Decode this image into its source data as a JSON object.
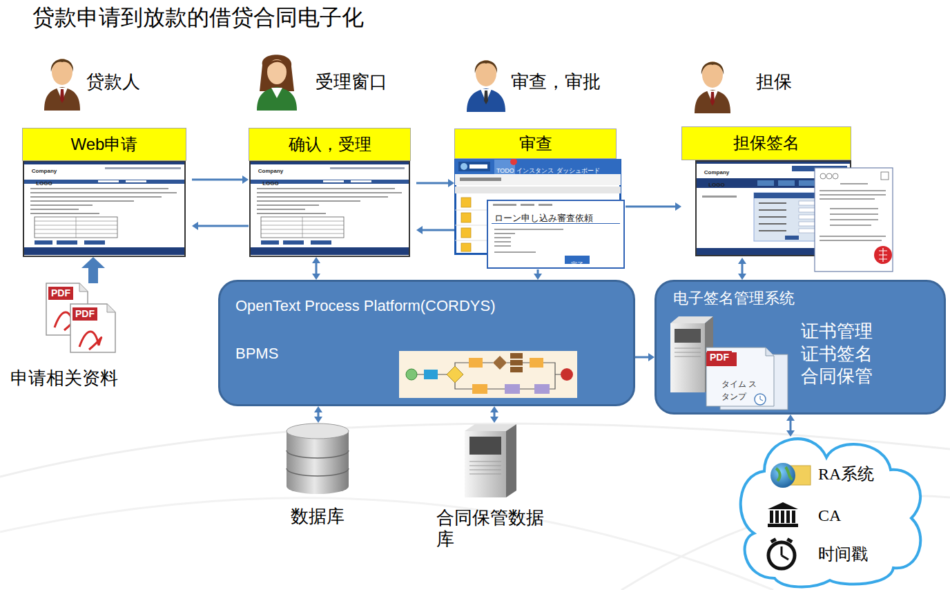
{
  "diagram": {
    "title": "贷款申请到放款的借贷合同电子化",
    "nodes": [
      {
        "text": [
          "Web申请"
        ]
      },
      {
        "text": [
          "确认，受理"
        ]
      },
      {
        "text": [
          "审查"
        ]
      },
      {
        "text": [
          "担保签名"
        ]
      },
      {
        "text": [
          "申请相关资料"
        ]
      },
      {
        "text": [
          "OpenText Process Platform(CORDYS)",
          "BPMS"
        ]
      },
      {
        "text": [
          "电子签名管理系统",
          "证书管理 证书签名 合同保管"
        ]
      },
      {
        "text": [
          "数据库"
        ]
      },
      {
        "text": [
          "合同保管数据库"
        ]
      },
      {
        "text": [
          "RA系统",
          "CA",
          "时间戳"
        ]
      }
    ],
    "edges": [
      {
        "from": 0,
        "to": 1,
        "arrow": "to"
      },
      {
        "from": 1,
        "to": 0,
        "arrow": "to"
      },
      {
        "from": 1,
        "to": 2,
        "arrow": "to"
      },
      {
        "from": 2,
        "to": 1,
        "arrow": "to"
      },
      {
        "from": 2,
        "to": 3,
        "arrow": "to"
      },
      {
        "from": 4,
        "to": 0,
        "arrow": "to"
      },
      {
        "from": 1,
        "to": 5,
        "arrow": "both"
      },
      {
        "from": 2,
        "to": 5,
        "arrow": "to"
      },
      {
        "from": 3,
        "to": 6,
        "arrow": "both"
      },
      {
        "from": 5,
        "to": 6,
        "arrow": "to"
      },
      {
        "from": 5,
        "to": 7,
        "arrow": "both"
      },
      {
        "from": 5,
        "to": 8,
        "arrow": "both"
      },
      {
        "from": 6,
        "to": 9,
        "arrow": "both"
      }
    ],
    "labels": [
      "贷款人",
      "受理窗口",
      "审查，审批",
      "担保",
      "Company LOGO",
      "Company LOGO",
      "TODO",
      "インスタンス",
      "ダッシュボード",
      "ローン申し込み審査依頼",
      "完了",
      "Company LOGO",
      "PDF",
      "PDF",
      "PDF",
      "タイム スタンプ"
    ]
  }
}
